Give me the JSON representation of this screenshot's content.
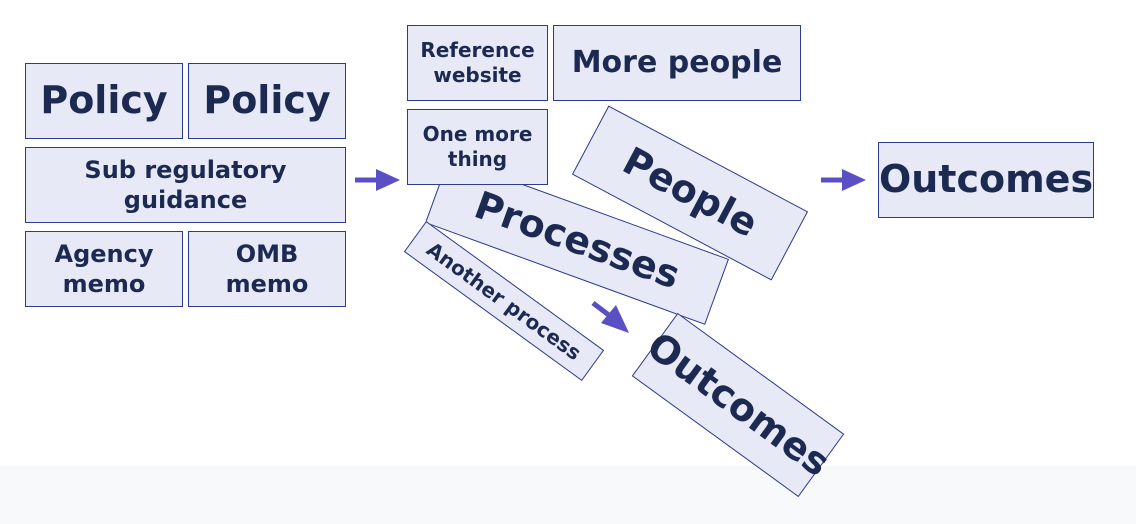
{
  "left_stack": {
    "policy_1": "Policy",
    "policy_2": "Policy",
    "sub_regulatory_line1": "Sub regulatory",
    "sub_regulatory_line2": "guidance",
    "agency_memo_line1": "Agency",
    "agency_memo_line2": "memo",
    "omb_memo_line1": "OMB",
    "omb_memo_line2": "memo"
  },
  "middle": {
    "reference_line1": "Reference",
    "reference_line2": "website",
    "more_people": "More people",
    "one_more_line1": "One more",
    "one_more_line2": "thing",
    "people": "People",
    "processes": "Processes",
    "another_process": "Another process",
    "outcomes_tilted": "Outcomes"
  },
  "right": {
    "outcomes": "Outcomes"
  },
  "colors": {
    "box_fill": "#e7e9f6",
    "box_border": "#2e3a8c",
    "text": "#1c2a52",
    "arrow": "#5b4fc4",
    "footer_band": "#f8f9fb"
  }
}
